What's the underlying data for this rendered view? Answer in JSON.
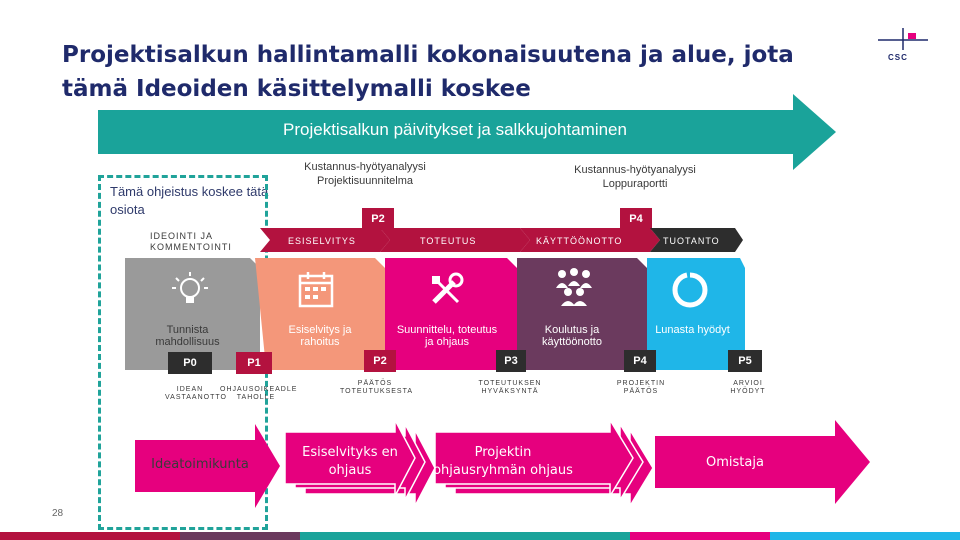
{
  "title": "Projektisalkun hallintamalli kokonaisuutena ja alue, jota tämä Ideoiden käsittelymalli koskee",
  "logo_text": "CSC",
  "top_arrow": "Projektisalkun päivitykset ja salkkujohtaminen",
  "labels": {
    "left": "Kustannus-hyötyanalyysi Projektisuunnitelma",
    "right": "Kustannus-hyötyanalyysi Loppuraportti"
  },
  "scope_note": "Tämä ohjeistus koskee tätä osiota",
  "phases": [
    "IDEOINTI JA KOMMENTOINTI",
    "ESISELVITYS",
    "TOTEUTUS",
    "KÄYTTÖÖNOTTO",
    "TUOTANTO"
  ],
  "blocks": [
    "Tunnista mahdollisuus",
    "Esiselvitys ja rahoitus",
    "Suunnittelu, toteutus ja ohjaus",
    "Koulutus ja käyttöönotto",
    "Lunasta hyödyt"
  ],
  "icons": [
    "lightbulb-icon",
    "calendar-icon",
    "tools-icon",
    "people-icon",
    "cycle-icon"
  ],
  "gates": {
    "p0": "P0",
    "p1": "P1",
    "p2": "P2",
    "p3": "P3",
    "p4": "P4",
    "p5": "P5",
    "p2_top": "P2",
    "p4_top": "P4"
  },
  "gate_labels": {
    "p0": "IDEAN VASTAANOTTO",
    "p1": "OHJAUSOIKEADLE TAHOLLE",
    "p2": "PÄÄTÖS TOTEUTUKSESTA",
    "p3": "TOTEUTUKSEN HYVÄKSYNTÄ",
    "p4": "PROJEKTIN PÄÄTÖS",
    "p5": "ARVIOI HYÖDYT"
  },
  "bottom_arrows": [
    "Ideatoimikunta",
    "Esiselvityks en ohjaus",
    "Projektin ohjausryhmän ohjaus",
    "Omistaja"
  ],
  "page_number": "28",
  "colors": {
    "title": "#1f2a6b",
    "teal": "#1aa39a",
    "crimson": "#b3123f",
    "magenta": "#e6007e",
    "salmon": "#f4977a",
    "gray": "#9a9a9a",
    "purple": "#6b3a5e",
    "sky": "#1fb6e8",
    "dark": "#2d2d2d"
  }
}
